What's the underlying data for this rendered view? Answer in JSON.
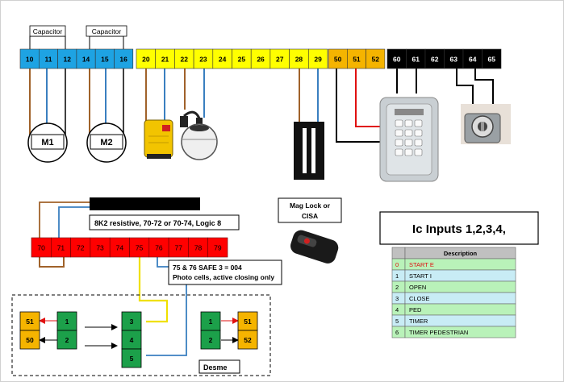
{
  "terminal_strip_top": {
    "blue": [
      "10",
      "11",
      "12",
      "14",
      "15",
      "16"
    ],
    "yellow": [
      "20",
      "21",
      "22",
      "23",
      "24",
      "25",
      "26",
      "27",
      "28",
      "29"
    ],
    "orange": [
      "50",
      "51",
      "52"
    ],
    "black": [
      "60",
      "61",
      "62",
      "63",
      "64",
      "65"
    ]
  },
  "capacitors": [
    "Capacitor",
    "Capacitor"
  ],
  "motors": [
    "M1",
    "M2"
  ],
  "mag_lock": {
    "title": "Mag Lock or",
    "subtitle": "CISA"
  },
  "terminal_strip_bottom": [
    "70",
    "71",
    "72",
    "73",
    "74",
    "75",
    "76",
    "77",
    "78",
    "79"
  ],
  "note_8k2": "8K2 resistive, 70-72 or 70-74, Logic 8",
  "note_safe": {
    "line1": "75 & 76 SAFE 3 = 004",
    "line2": "Photo cells, active closing only"
  },
  "ic_inputs_title": "Ic Inputs 1,2,3,4,",
  "ic_table": {
    "header": [
      "",
      "Description"
    ],
    "rows": [
      {
        "num": "0",
        "desc": "START E",
        "highlight": true
      },
      {
        "num": "1",
        "desc": "START I"
      },
      {
        "num": "2",
        "desc": "OPEN"
      },
      {
        "num": "3",
        "desc": "CLOSE"
      },
      {
        "num": "4",
        "desc": "PED"
      },
      {
        "num": "5",
        "desc": "TIMER"
      },
      {
        "num": "6",
        "desc": "TIMER PEDESTRIAN"
      }
    ]
  },
  "desme_box": {
    "left_orange": [
      "51",
      "50"
    ],
    "left_green": [
      "1",
      "2"
    ],
    "center_green": [
      "3",
      "4",
      "5"
    ],
    "right_green": [
      "1",
      "2"
    ],
    "right_orange": [
      "51",
      "52"
    ],
    "label": "Desme"
  },
  "colors": {
    "blue": "#1ea3e3",
    "yellow": "#ffff00",
    "orange": "#f5b400",
    "black": "#000000",
    "red": "#ff0000",
    "green": "#1ca04a",
    "wire_brown": "#a0622a",
    "wire_blue": "#3a7fc0",
    "wire_red": "#e01010",
    "wire_yellow": "#f0e000",
    "table_green": "#b9f2b9",
    "table_blue": "#c8ecf5"
  }
}
